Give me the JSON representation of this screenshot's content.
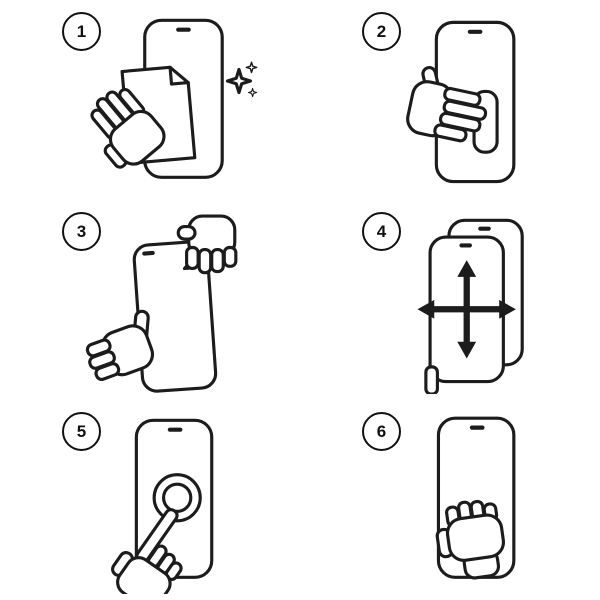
{
  "diagram": {
    "name": "screen-protector-installation-steps",
    "steps": [
      {
        "number": "1",
        "illustration": "clean-screen-with-wipe-illustration"
      },
      {
        "number": "2",
        "illustration": "remove-backing-film-illustration"
      },
      {
        "number": "3",
        "illustration": "peel-film-from-corner-illustration"
      },
      {
        "number": "4",
        "illustration": "align-protector-on-screen-illustration"
      },
      {
        "number": "5",
        "illustration": "press-screen-center-illustration"
      },
      {
        "number": "6",
        "illustration": "smooth-out-with-hand-illustration"
      }
    ],
    "line_color": "#1c1c1c",
    "background_color": "#ffffff"
  }
}
